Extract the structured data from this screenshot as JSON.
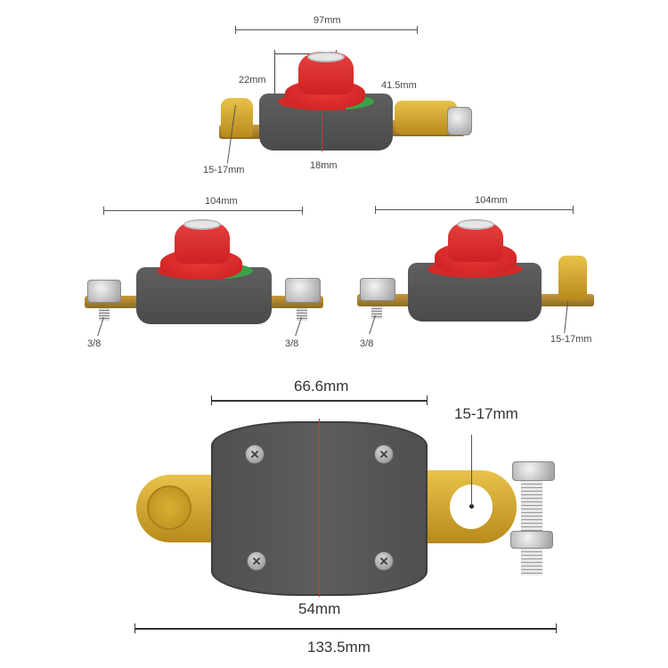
{
  "views": {
    "top_side_view": {
      "width_label": "97mm",
      "knob_height_label": "22mm",
      "knob_diameter_label": "41.5mm",
      "post_label": "15-17mm",
      "base_height_label": "18mm"
    },
    "left_variant_view": {
      "width_label": "104mm",
      "left_stud_label": "3/8",
      "right_stud_label": "3/8"
    },
    "right_variant_view": {
      "width_label": "104mm",
      "left_stud_label": "3/8",
      "post_label": "15-17mm"
    },
    "bottom_top_view": {
      "base_width_label": "66.6mm",
      "clamp_label": "15-17mm",
      "base_depth_label": "54mm",
      "overall_length_label": "133.5mm"
    }
  },
  "colors": {
    "knob_red": "#d42a2a",
    "indicator_green": "#3aa34a",
    "base_gray": "#555555",
    "brass": "#d4a83a",
    "measure_line": "#555555",
    "center_mark": "#e03030"
  }
}
